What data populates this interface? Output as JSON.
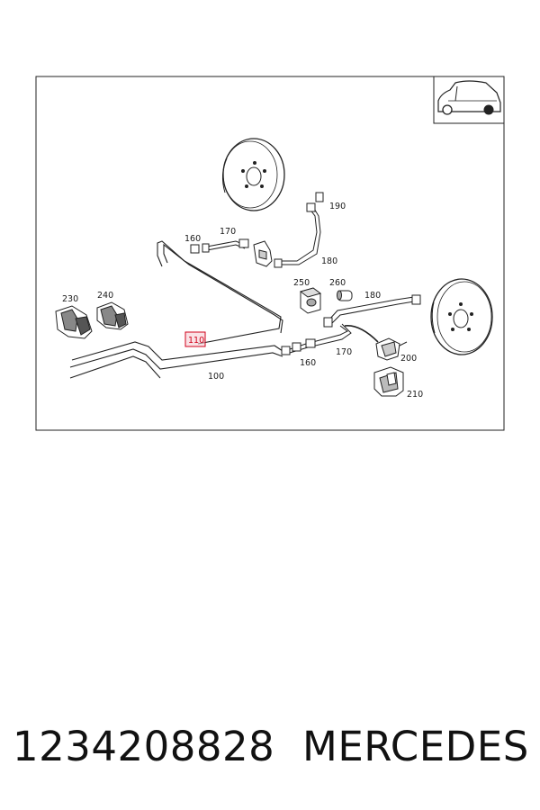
{
  "diagram": {
    "labels": {
      "l100": "100",
      "l110": "110",
      "l160a": "160",
      "l160b": "160",
      "l170a": "170",
      "l170b": "170",
      "l180a": "180",
      "l180b": "180",
      "l190": "190",
      "l200": "200",
      "l210": "210",
      "l230": "230",
      "l240": "240",
      "l250": "250",
      "l260": "260"
    },
    "highlighted_label": "110",
    "highlight_color": "#d0021b",
    "inset_icon": "car-side-icon"
  },
  "footer": {
    "part_number": "1234208828",
    "brand": "MERCEDES"
  }
}
